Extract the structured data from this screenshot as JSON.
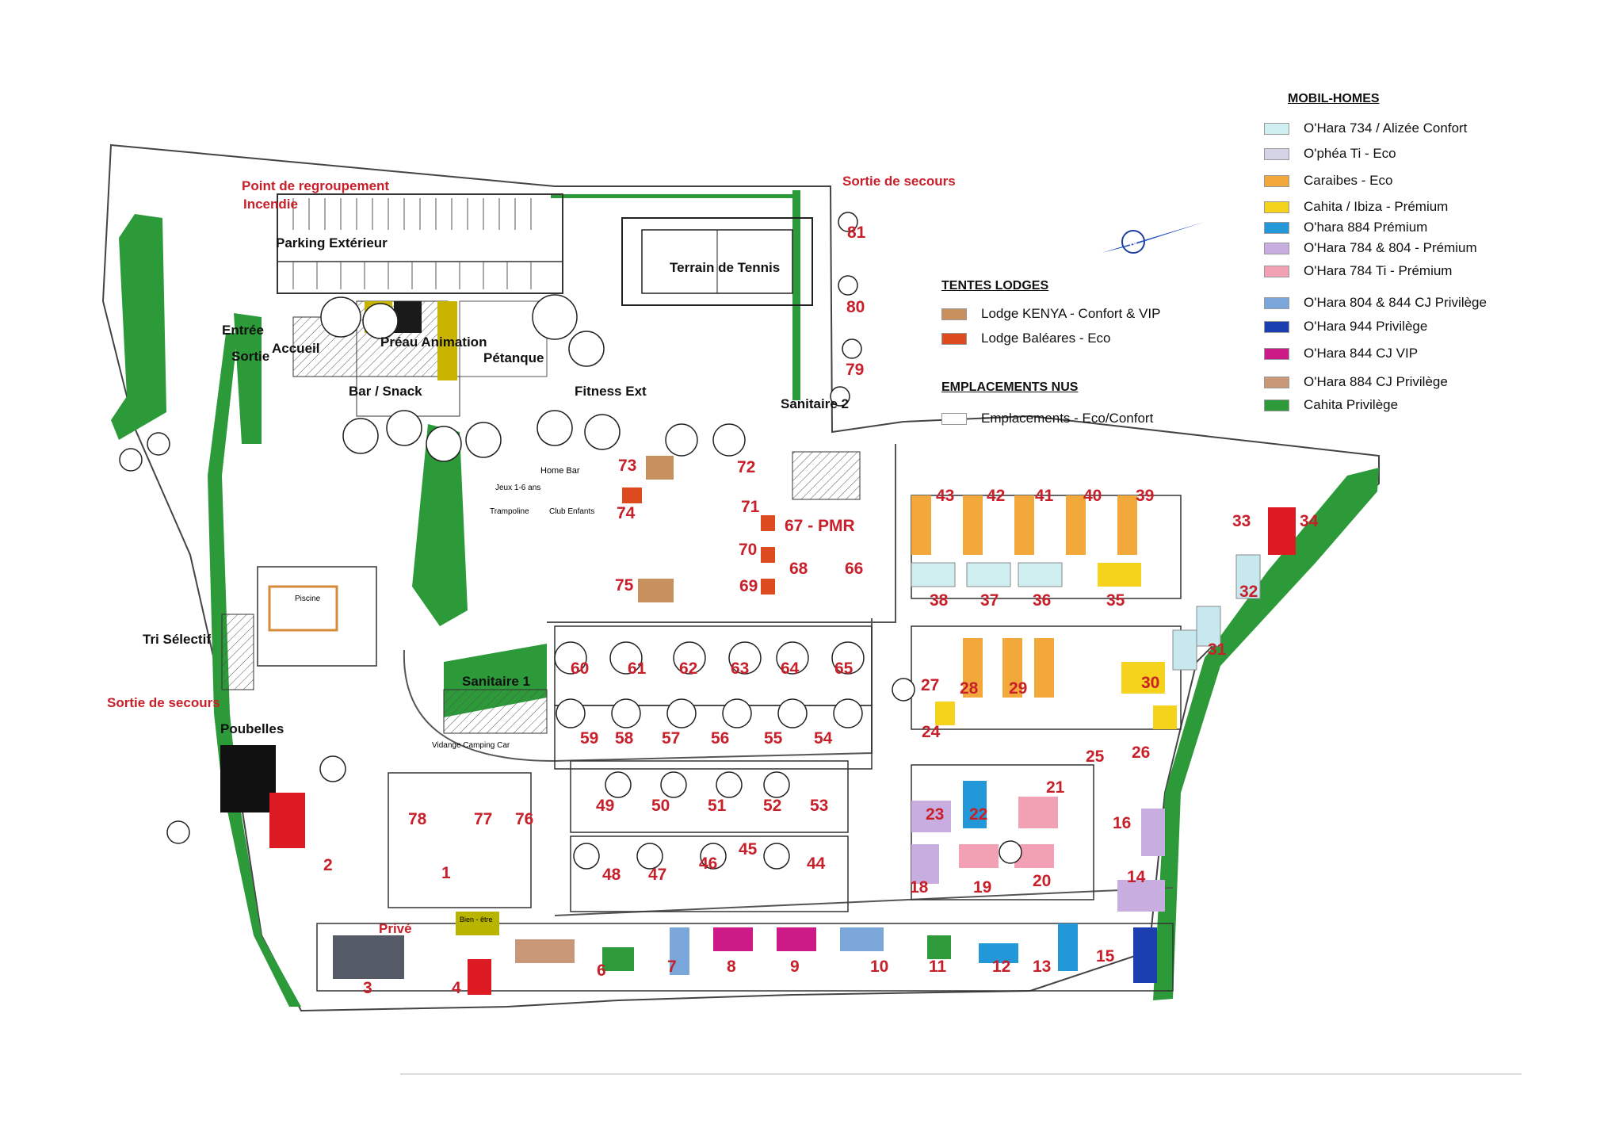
{
  "places": {
    "point_regroupement": "Point de regroupement",
    "incendie": "Incendie",
    "parking": "Parking Extérieur",
    "entree": "Entrée",
    "sortie": "Sortie",
    "accueil": "Accueil",
    "preau": "Préau Animation",
    "petanque": "Pétanque",
    "bar_snack": "Bar / Snack",
    "fitness": "Fitness Ext",
    "tennis": "Terrain de Tennis",
    "sortie_secours_top": "Sortie de secours",
    "sortie_secours_left": "Sortie de secours",
    "tri_selectif": "Tri Sélectif",
    "poubelles": "Poubelles",
    "sanitaire1": "Sanitaire 1",
    "sanitaire2": "Sanitaire 2",
    "prive": "Privé",
    "home_bar": "Home Bar",
    "piscine": "Piscine",
    "vidange": "Vidange Camping Car",
    "bien_etre": "Bien - être",
    "trampoline": "Trampoline",
    "club_enfants": "Club Enfants",
    "jeux": "Jeux 1-6 ans",
    "pmr": "67 - PMR"
  },
  "plots": [
    "1",
    "2",
    "3",
    "4",
    "6",
    "7",
    "8",
    "9",
    "10",
    "11",
    "12",
    "13",
    "14",
    "15",
    "16",
    "18",
    "19",
    "20",
    "21",
    "22",
    "23",
    "24",
    "25",
    "26",
    "27",
    "28",
    "29",
    "30",
    "31",
    "32",
    "33",
    "34",
    "35",
    "36",
    "37",
    "38",
    "39",
    "40",
    "41",
    "42",
    "43",
    "44",
    "45",
    "46",
    "47",
    "48",
    "49",
    "50",
    "51",
    "52",
    "53",
    "54",
    "55",
    "56",
    "57",
    "58",
    "59",
    "60",
    "61",
    "62",
    "63",
    "64",
    "65",
    "66",
    "68",
    "69",
    "70",
    "71",
    "72",
    "73",
    "74",
    "75",
    "76",
    "77",
    "78",
    "79",
    "80",
    "81"
  ],
  "legend": {
    "mobil_homes_title": "MOBIL-HOMES",
    "mobil_homes": [
      {
        "label": "O'Hara 734  / Alizée Confort",
        "color": "#cfeff0"
      },
      {
        "label": "O'phéa Ti - Eco",
        "color": "#d4d4e6"
      },
      {
        "label": "Caraibes - Eco",
        "color": "#f2a83a"
      },
      {
        "label": "Cahita  / Ibiza - Prémium",
        "color": "#f5d21c"
      },
      {
        "label": "O'hara 884 Prémium",
        "color": "#2298d8"
      },
      {
        "label": "O'Hara 784 & 804 - Prémium",
        "color": "#c8aee0"
      },
      {
        "label": "O'Hara 784 Ti -  Prémium",
        "color": "#f2a0b4"
      },
      {
        "label": "O'Hara 804 & 844 CJ Privilège",
        "color": "#7aa6da"
      },
      {
        "label": "O'Hara 944 Privilège",
        "color": "#1b3fb0"
      },
      {
        "label": "O'Hara 844 CJ VIP",
        "color": "#cc1a86"
      },
      {
        "label": "O'Hara 884 CJ Privilège",
        "color": "#c89878"
      },
      {
        "label": "Cahita Privilège",
        "color": "#2e9a3a"
      }
    ],
    "lodges_title": "TENTES LODGES",
    "lodges": [
      {
        "label": "Lodge KENYA - Confort & VIP",
        "color": "#c8905e"
      },
      {
        "label": "Lodge Baléares - Eco",
        "color": "#dd4a1e"
      }
    ],
    "emplacements_title": "EMPLACEMENTS NUS",
    "emplacements": [
      {
        "label": "Emplacements - Eco/Confort",
        "color": "#ffffff"
      }
    ]
  }
}
